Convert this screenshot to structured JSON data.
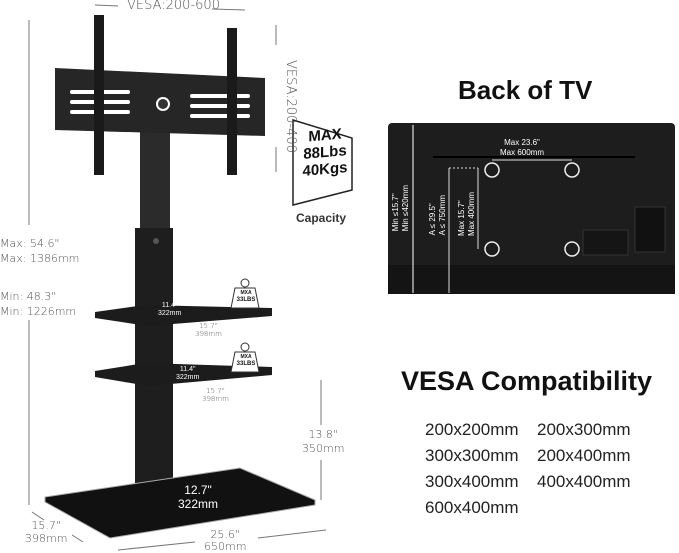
{
  "stand": {
    "vesa_width": "VESA:200-600",
    "vesa_height": "VESA:200-400",
    "capacity": {
      "line1": "MAX",
      "line2": "88Lbs",
      "line3": "40Kgs",
      "label": "Capacity"
    },
    "max_height_in": "Max: 54.6\"",
    "max_height_mm": "Max: 1386mm",
    "min_height_in": "Min: 48.3\"",
    "min_height_mm": "Min: 1226mm",
    "shelf_badge": {
      "top": "MXA",
      "bottom": "33LBS"
    },
    "shelf_depth_in": "11.4\"",
    "shelf_depth_mm": "322mm",
    "shelf_width_in": "15.7\"",
    "shelf_width_mm": "398mm",
    "shelf_gap_in": "13.8\"",
    "shelf_gap_mm": "350mm",
    "base_depth_in": "12.7\"",
    "base_depth_mm": "322mm",
    "base_side_in": "15.7\"",
    "base_side_mm": "398mm",
    "base_width_in": "25.6\"",
    "base_width_mm": "650mm"
  },
  "tv_back": {
    "title": "Back of TV",
    "max_w_in": "Max 23.6\"",
    "max_w_mm": "Max 600mm",
    "min_h_in": "Min ≤15.7\"",
    "min_h_mm": "Min ≤420mm",
    "a_in": "A ≤ 29.5\"",
    "a_mm": "A ≤ 750mm",
    "max_h_in": "Max 15.7\"",
    "max_h_mm": "Max 400mm"
  },
  "vesa": {
    "title": "VESA Compatibility",
    "sizes": [
      "200x200mm",
      "200x300mm",
      "300x300mm",
      "200x400mm",
      "300x400mm",
      "400x400mm",
      "600x400mm"
    ]
  }
}
